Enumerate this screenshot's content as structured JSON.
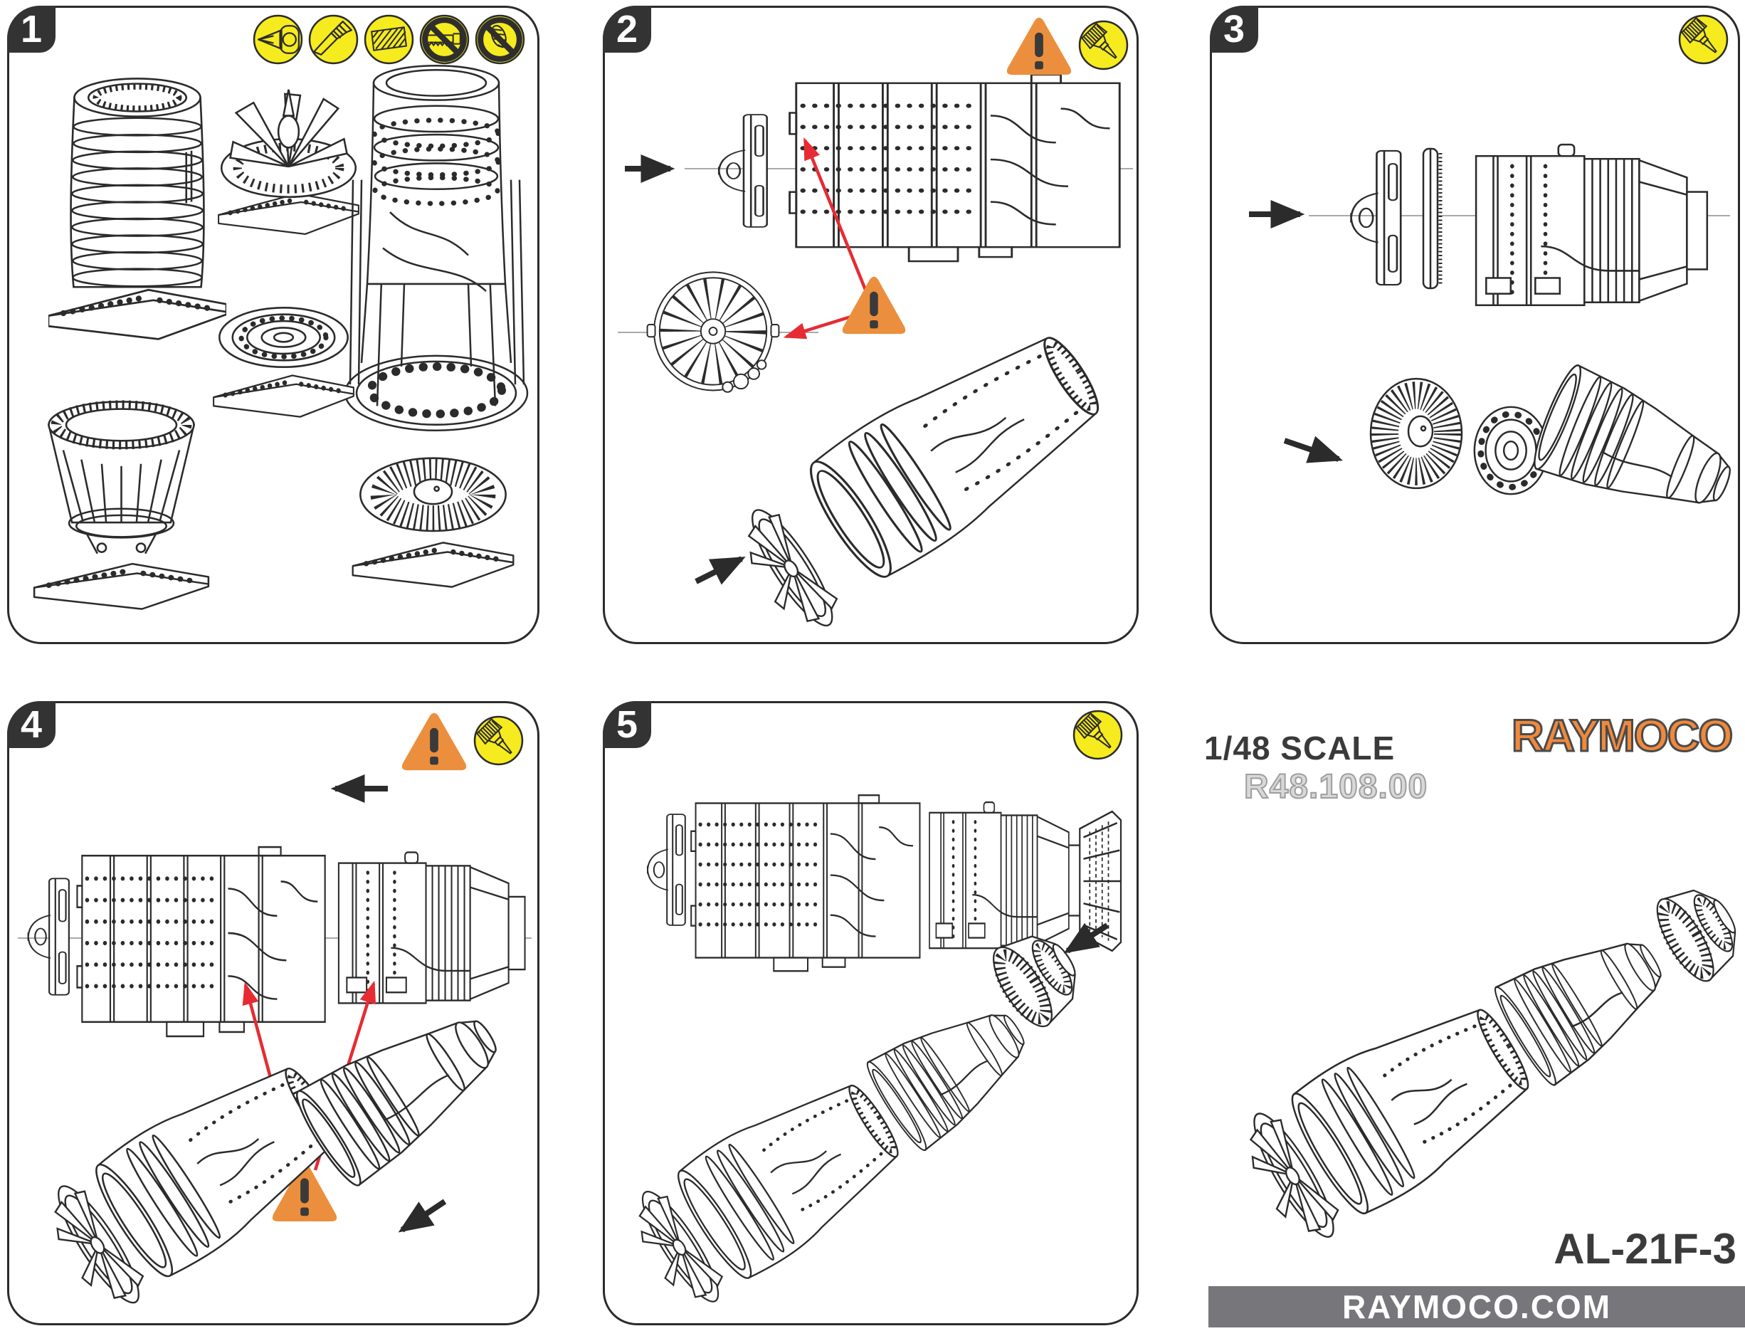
{
  "branding": {
    "brand": "RAYMOCO",
    "scale": "1/48 SCALE",
    "product_code": "R48.108.00",
    "model": "AL-21F-3",
    "website": "RAYMOCO.COM"
  },
  "panels": [
    {
      "number": "1",
      "tool_icons": [
        "sprue-cutters",
        "hobby-knife",
        "sanding-stick",
        "no-sawing",
        "no-drilling"
      ]
    },
    {
      "number": "2",
      "tool_icons": [
        "warning-triangle",
        "glue-brush"
      ]
    },
    {
      "number": "3",
      "tool_icons": [
        "glue-brush"
      ]
    },
    {
      "number": "4",
      "tool_icons": [
        "warning-triangle",
        "glue-brush"
      ]
    },
    {
      "number": "5",
      "tool_icons": [
        "glue-brush"
      ]
    }
  ],
  "colors": {
    "icon_yellow": "#F6EB1E",
    "warning_orange": "#EB8F3E",
    "logo_orange": "#F0893B",
    "arrow_red": "#E62B33",
    "ink": "#2B2B2B",
    "tab_dark": "#333333",
    "footer_gray": "#77777B",
    "code_gray": "#D8D8D8"
  }
}
